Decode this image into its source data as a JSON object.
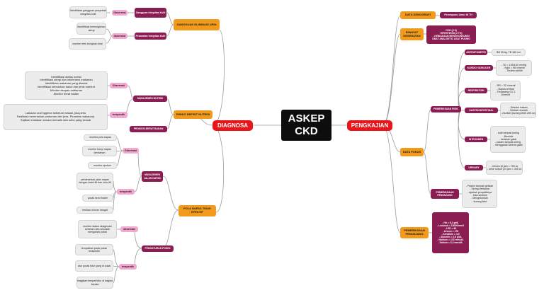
{
  "root": "ASKEP\nCKD",
  "left": {
    "main": "DIAGNOSA",
    "branches": [
      {
        "label": "GANGGUAN ELIMINASI URIN",
        "subs": [
          {
            "label": "Gangguan Integritas Kulit",
            "sub2": "Observasi",
            "leaves": [
              "Identifikasi gangguan penyebab integritas kulit"
            ]
          },
          {
            "label": "Perawatan Integritas Kulit",
            "sub2": "observasi",
            "leaves": [
              "Identifikasi kemungkinan alergi",
              "monitor efek bengkak obat"
            ]
          }
        ]
      },
      {
        "label": "RISIKO DEFISIT NUTRISI",
        "subs": [
          {
            "label": "MANAJEMEN NUTRISI",
            "sub2": "Observasi",
            "leaves": [
              "Identifikasi status nutrisi\nIdentifikasi alergi dan intoleransi makanan\nIdentifikasi makanan yang disukai\nIdentifikasi kebutuhan kalori dan jenis nutrient\nMonitor asupan makanan\nMonitor berat badan"
            ]
          },
          {
            "label": "PROMOSI BERAT BADAN",
            "sub2": "terapeutik",
            "leaves": [
              "Lakukan oral hygiene sebelum makan, jika perlu\nFasilitasi menentukan pedoman diet (mis. Piramida makanan)\nSajikan makanan secara menarik dan suhu yang sesuai"
            ]
          }
        ]
      },
      {
        "label": "POLA NAPAS TIDAK EFEKTIF",
        "subs": [
          {
            "label": "MANAJEMEN JALAN NAPAS",
            "obs": "Observasi",
            "obsLeaves": [
              "monitor pola napas",
              "monitor bunyi napas tambahan",
              "monitor sputum"
            ],
            "ter": "terapeutik",
            "terLeaves": [
              "pertahankan jalan napas dengan head-tilt dan chin-lift",
              "posisi semi fowler",
              "berikan minum hangat"
            ]
          },
          {
            "label": "PENGATURAN POSISI",
            "obs": "observasi",
            "obsLeaves": [
              "monitor status oksigenasi sebelum dan sesudah mengubah posisi"
            ],
            "ter": "terapeutik",
            "terLeaves": [
              "tempatkan pada posisi terapeutik",
              "atur posisi tidur yang di sukai",
              "tinggikan tempat tidur di bagian kepala"
            ]
          }
        ]
      }
    ]
  },
  "right": {
    "main": "PENGKAJIAN",
    "demografi": {
      "label": "DATA DEMOGRAFI",
      "value": "Perempuan, Umur 46 TH"
    },
    "riwayat": {
      "label": "RIWAYAT KESEHATAN",
      "value": "CKD ((+6)\nHIPERTENSI (2 TH)\n- KEBIASAAN MENGKONSUMSI\nOBAT ANALGETIC ASAT PUSING"
    },
    "fokus": {
      "label": "DATA FOKUS",
      "pemeriksaan": "PEMERIKSAAN FISIK",
      "items": [
        {
          "label": "ANTROPOMETRI",
          "value": "BB 55 kg, TB 160 cm"
        },
        {
          "label": "KARDIO VASKULER",
          "value": "- TD = 150/100 mmHg\n- Nadi = 96 x/menit\n- Teraba sedikit"
        },
        {
          "label": "RESPIRATORI",
          "value": "- RR = 32 x/menit\n- Napas terlihat\n- Terpasang O2 3 Lt/menit"
        },
        {
          "label": "GASTROINTESTINAL",
          "value": "- Setelah makan\n- Setelah muntah\n- muntah (kurang lebih 200 cc)"
        },
        {
          "label": "INTEGUMEN",
          "value": "- kulit tampak kering\n- Bersisik\n- kelainan gatal\n- pasien tampak sering\n- menggaruk karena gatal"
        },
        {
          "label": "URINARY",
          "value": "- minum (6 jam = 700 cc\n- urine output (24 jam = 300 cc"
        }
      ],
      "penunjang": {
        "label": "PEMERIKSAAN PENUNJANG",
        "value": "- Pasien tampak gelisah\n- Sering bertanya\n- apakah penyakitnya\n- bisa sembuh\n- Mengeluhkan\n- kurang tidur"
      }
    },
    "lab": {
      "label": "PEMERIKSAAN PENUNJANG",
      "value": "- Hb = 8,2 g/dL\n- Leukosit = 15000/mm3\n- LED = 60\n- Ureum = 178\n- Kreatinin = 3,5\n- Albumin = 2,8 g/dL\n- Natrium = 130 mmol/L\n- Kalium = 5,4 mmol/L"
    }
  },
  "colors": {
    "root": "#0d0d0d",
    "main": "#e8151b",
    "orange": "#f19a1b",
    "maroon": "#8a1d52",
    "pink": "#f2a9cf",
    "gray": "#ececec",
    "line": "#9a9a9a"
  }
}
